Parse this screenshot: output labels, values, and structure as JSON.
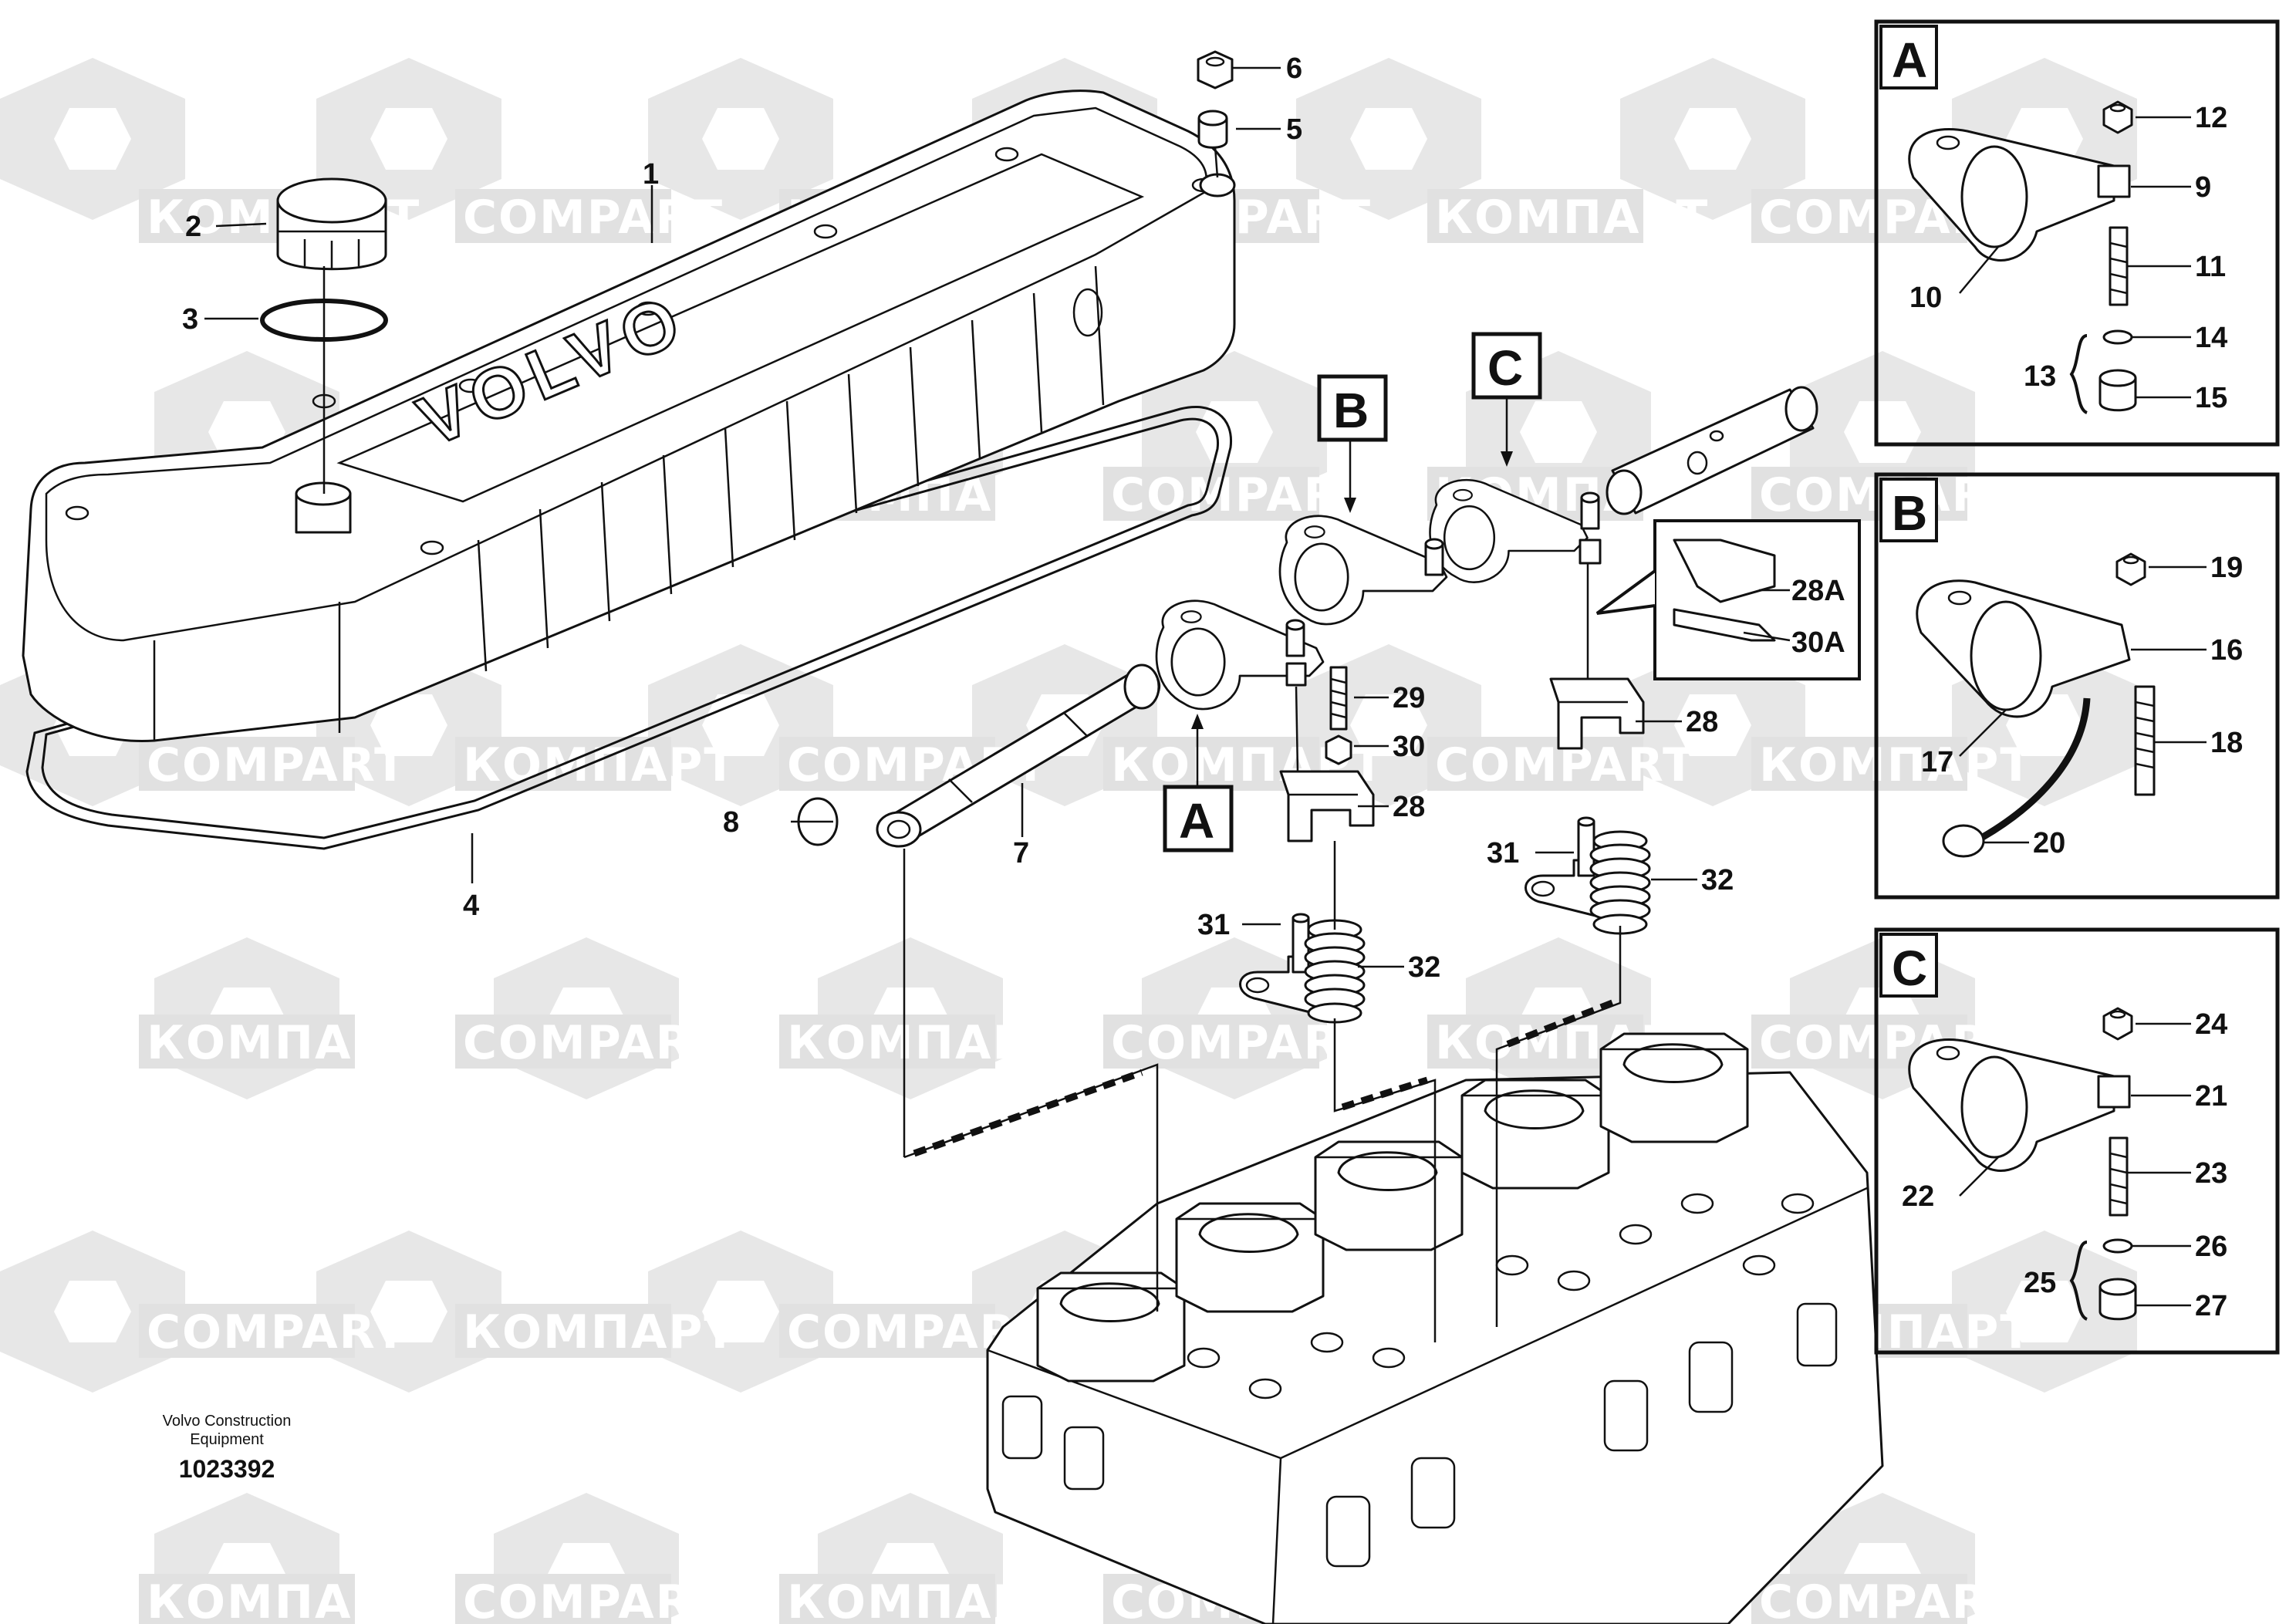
{
  "watermark": {
    "latin": "COMPART",
    "cyrillic": "КОМПАРТ"
  },
  "cover_logo": "VOLVO",
  "footer": {
    "line1": "Volvo Construction",
    "line2": "Equipment",
    "number": "1023392"
  },
  "detail_markers": {
    "A": "A",
    "B": "B",
    "C": "C"
  },
  "callouts": {
    "c1": "1",
    "c2": "2",
    "c3": "3",
    "c4": "4",
    "c5": "5",
    "c6": "6",
    "c7": "7",
    "c8": "8",
    "c9": "9",
    "c10": "10",
    "c11": "11",
    "c12": "12",
    "c13": "13",
    "c14": "14",
    "c15": "15",
    "c16": "16",
    "c17": "17",
    "c18": "18",
    "c19": "19",
    "c20": "20",
    "c21": "21",
    "c22": "22",
    "c23": "23",
    "c24": "24",
    "c25": "25",
    "c26": "26",
    "c27": "27",
    "c28a": "28",
    "c28b": "28",
    "c28A": "28A",
    "c29": "29",
    "c30": "30",
    "c30A": "30A",
    "c31a": "31",
    "c31b": "31",
    "c32a": "32",
    "c32b": "32"
  },
  "colors": {
    "line": "#111111",
    "watermark": "#c8c8c8",
    "background": "#ffffff"
  }
}
